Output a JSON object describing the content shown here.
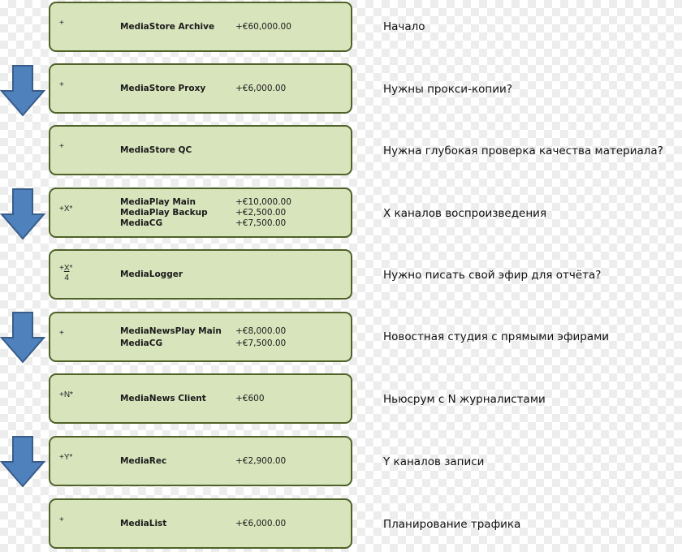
{
  "colors": {
    "box_fill": "#d8e4bc",
    "box_border": "#4f6228",
    "arrow_fill": "#4f81bd",
    "arrow_stroke": "#385d8a"
  },
  "steps": [
    {
      "multiplier": "+",
      "items": [
        {
          "name": "MediaStore Archive",
          "price": "+€60,000.00"
        }
      ],
      "description": "Начало"
    },
    {
      "multiplier": "+",
      "items": [
        {
          "name": "MediaStore Proxy",
          "price": "+€6,000.00"
        }
      ],
      "description": "Нужны прокси-копии?"
    },
    {
      "multiplier": "+",
      "items": [
        {
          "name": "MediaStore QC",
          "price": ""
        }
      ],
      "description": "Нужна глубокая проверка качества материала?"
    },
    {
      "multiplier": "+X*",
      "items": [
        {
          "name": "MediaPlay Main",
          "price": "+€10,000.00"
        },
        {
          "name": "MediaPlay Backup",
          "price": "+€2,500.00"
        },
        {
          "name": "MediaCG",
          "price": "+€7,500.00"
        }
      ],
      "description": "X каналов воспроизведения"
    },
    {
      "multiplier_prefix": "+",
      "multiplier_numerator": "X",
      "multiplier_suffix": "*",
      "multiplier_denominator": "4",
      "items": [
        {
          "name": "MediaLogger",
          "price": ""
        }
      ],
      "description": "Нужно писать свой эфир для отчёта?"
    },
    {
      "multiplier": "+",
      "items": [
        {
          "name": "MediaNewsPlay Main",
          "price": "+€8,000.00"
        },
        {
          "name": "MediaCG",
          "price": "+€7,500.00"
        }
      ],
      "description": "Новостная студия с прямыми эфирами"
    },
    {
      "multiplier": "+N*",
      "items": [
        {
          "name": "MediaNews Client",
          "price": "+€600"
        }
      ],
      "description": "Ньюсрум с N журналистами"
    },
    {
      "multiplier": "+Y*",
      "items": [
        {
          "name": "MediaRec",
          "price": "+€2,900.00"
        }
      ],
      "description": "Y каналов записи"
    },
    {
      "multiplier": "+",
      "items": [
        {
          "name": "MediaList",
          "price": "+€6,000.00"
        }
      ],
      "description": "Планирование трафика"
    }
  ]
}
